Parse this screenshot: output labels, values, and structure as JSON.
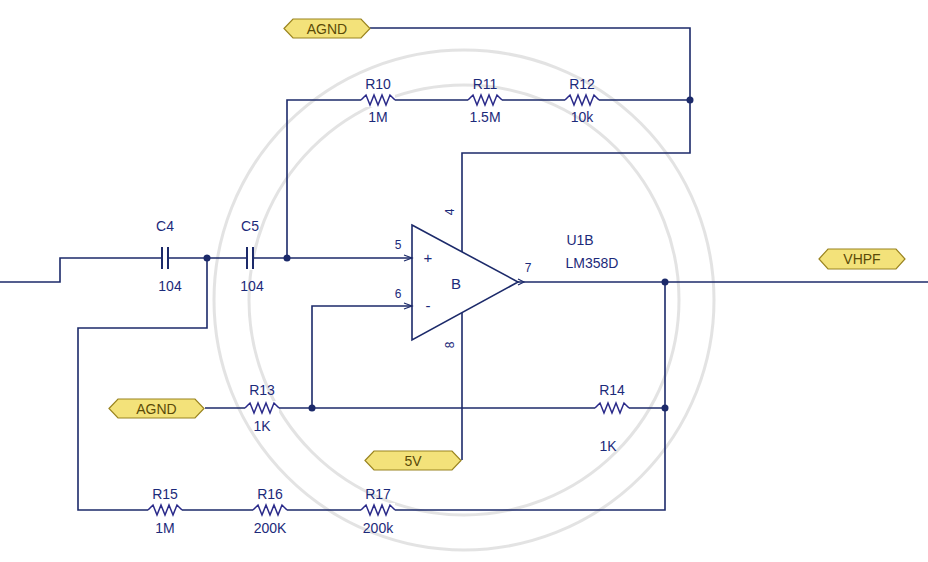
{
  "diagram": {
    "nodes": [
      {
        "text": [
          "AGND"
        ]
      },
      {
        "text": [
          "VHPF"
        ]
      },
      {
        "text": [
          "AGND"
        ]
      },
      {
        "text": [
          "5V"
        ]
      }
    ],
    "labels": [
      "C4",
      "104",
      "C5",
      "104",
      "R10",
      "1M",
      "R11",
      "1.5M",
      "R12",
      "10k",
      "U1B",
      "LM358D",
      "5",
      "6",
      "4",
      "8",
      "7",
      "+",
      "-",
      "B",
      "R13",
      "1K",
      "R14",
      "1K",
      "R15",
      "1M",
      "R16",
      "200K",
      "R17",
      "200k"
    ]
  }
}
